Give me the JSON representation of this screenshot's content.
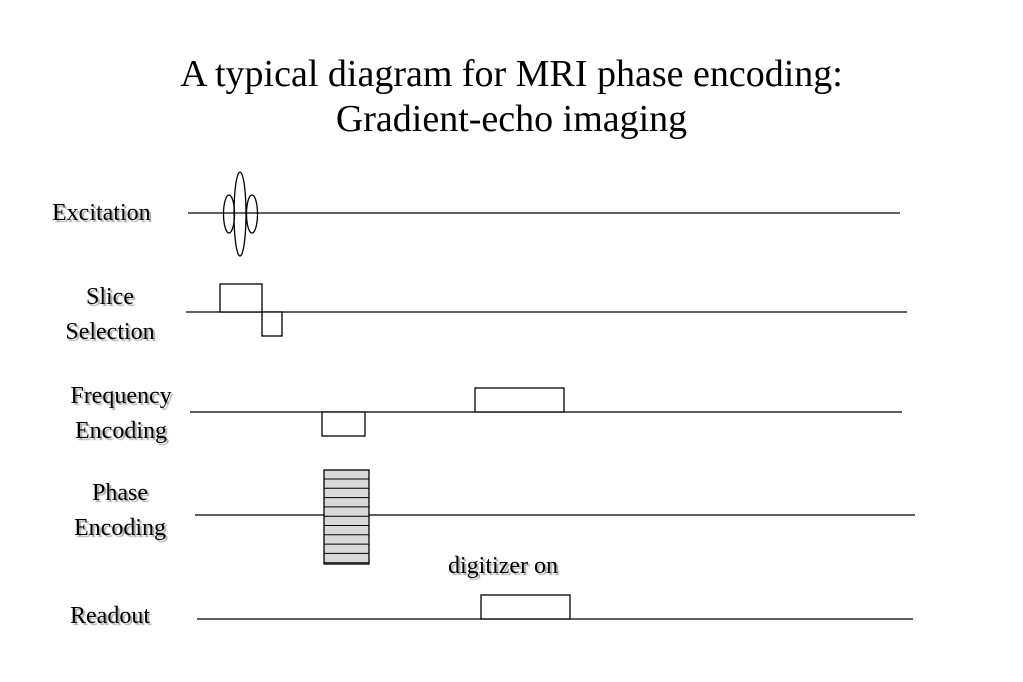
{
  "title": {
    "line1": "A typical diagram for MRI phase encoding:",
    "line2": "Gradient-echo imaging"
  },
  "rows": {
    "excitation": "Excitation",
    "slice_line1": "Slice",
    "slice_line2": "Selection",
    "frequency_line1": "Frequency",
    "frequency_line2": "Encoding",
    "phase_line1": "Phase",
    "phase_line2": "Encoding",
    "readout": "Readout"
  },
  "annotation": "digitizer on",
  "colors": {
    "line": "#000000",
    "phase_fill": "#d9d9d9",
    "label_shadow": "#a8a8a8"
  }
}
